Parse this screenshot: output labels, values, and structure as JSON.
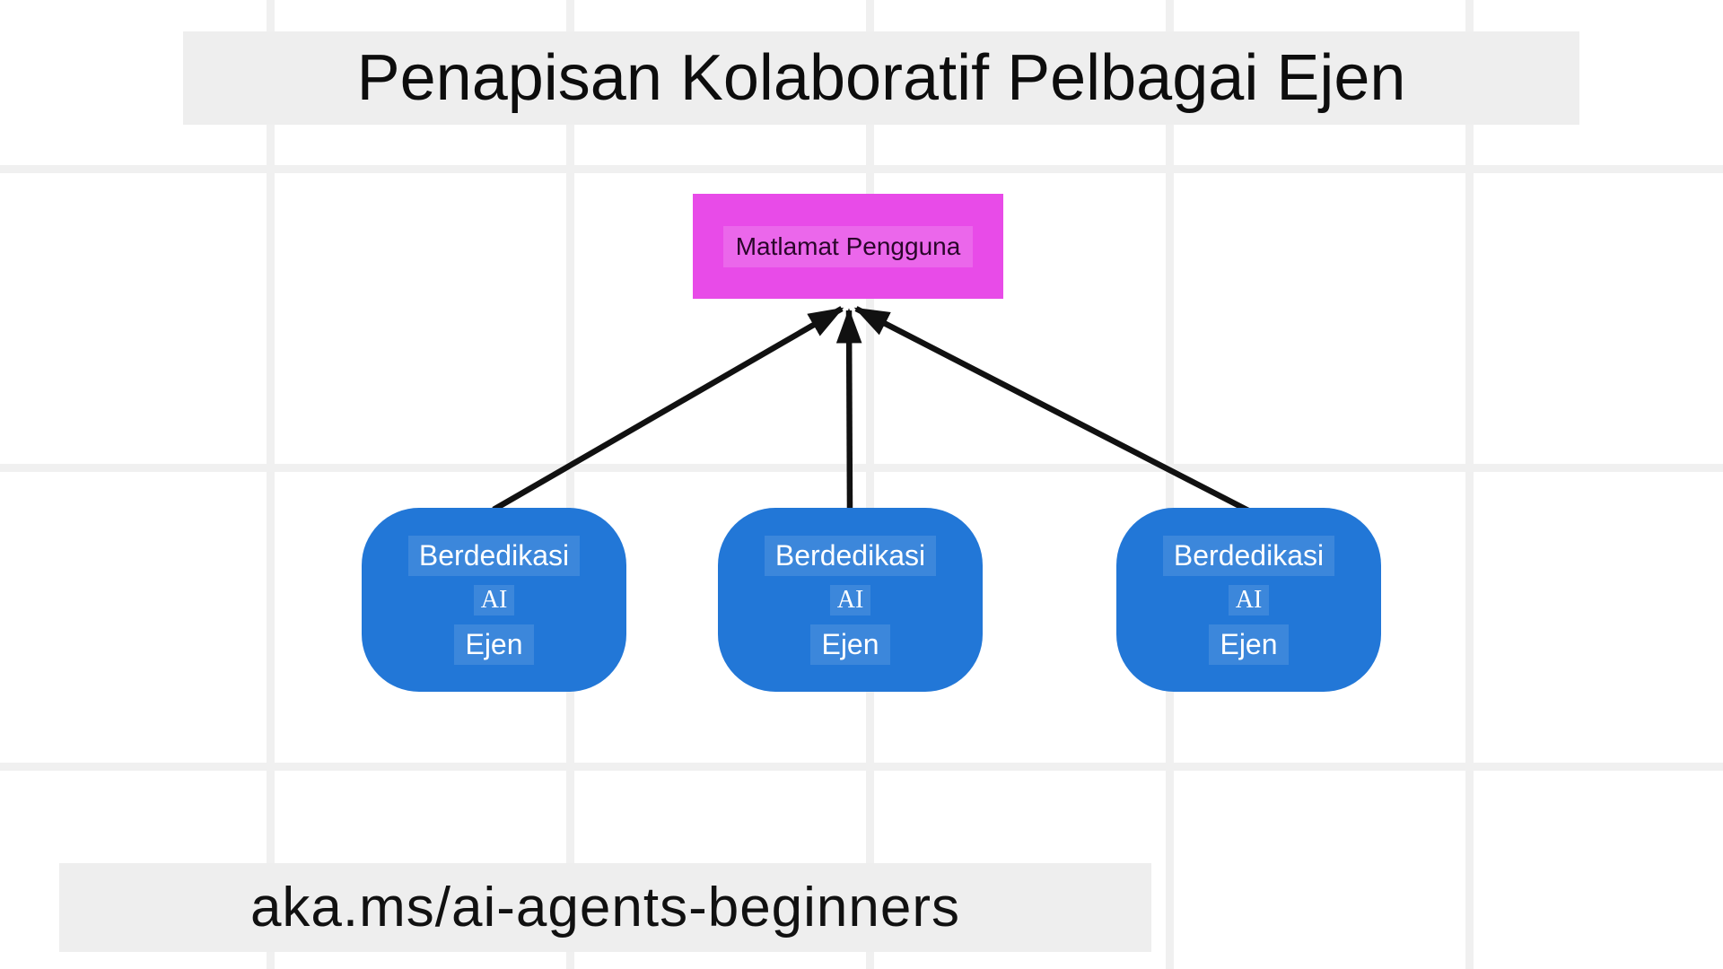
{
  "title": "Penapisan Kolaboratif Pelbagai Ejen",
  "goal": {
    "label": "Matlamat Pengguna"
  },
  "agents": [
    {
      "line1": "Berdedikasi",
      "line2": "AI",
      "line3": "Ejen"
    },
    {
      "line1": "Berdedikasi",
      "line2": "AI",
      "line3": "Ejen"
    },
    {
      "line1": "Berdedikasi",
      "line2": "AI",
      "line3": "Ejen"
    }
  ],
  "edges": [
    {
      "from": "agent-1",
      "to": "goal"
    },
    {
      "from": "agent-2",
      "to": "goal"
    },
    {
      "from": "agent-3",
      "to": "goal"
    }
  ],
  "footer": "aka.ms/ai-agents-beginners",
  "colors": {
    "goal_fill": "#e84be8",
    "agent_fill": "#2277d7",
    "band_background": "#eeeeee",
    "grid_line": "#f0f0f0",
    "arrow": "#111111",
    "agent_text": "#ffffff",
    "goal_text": "#2a062a"
  }
}
